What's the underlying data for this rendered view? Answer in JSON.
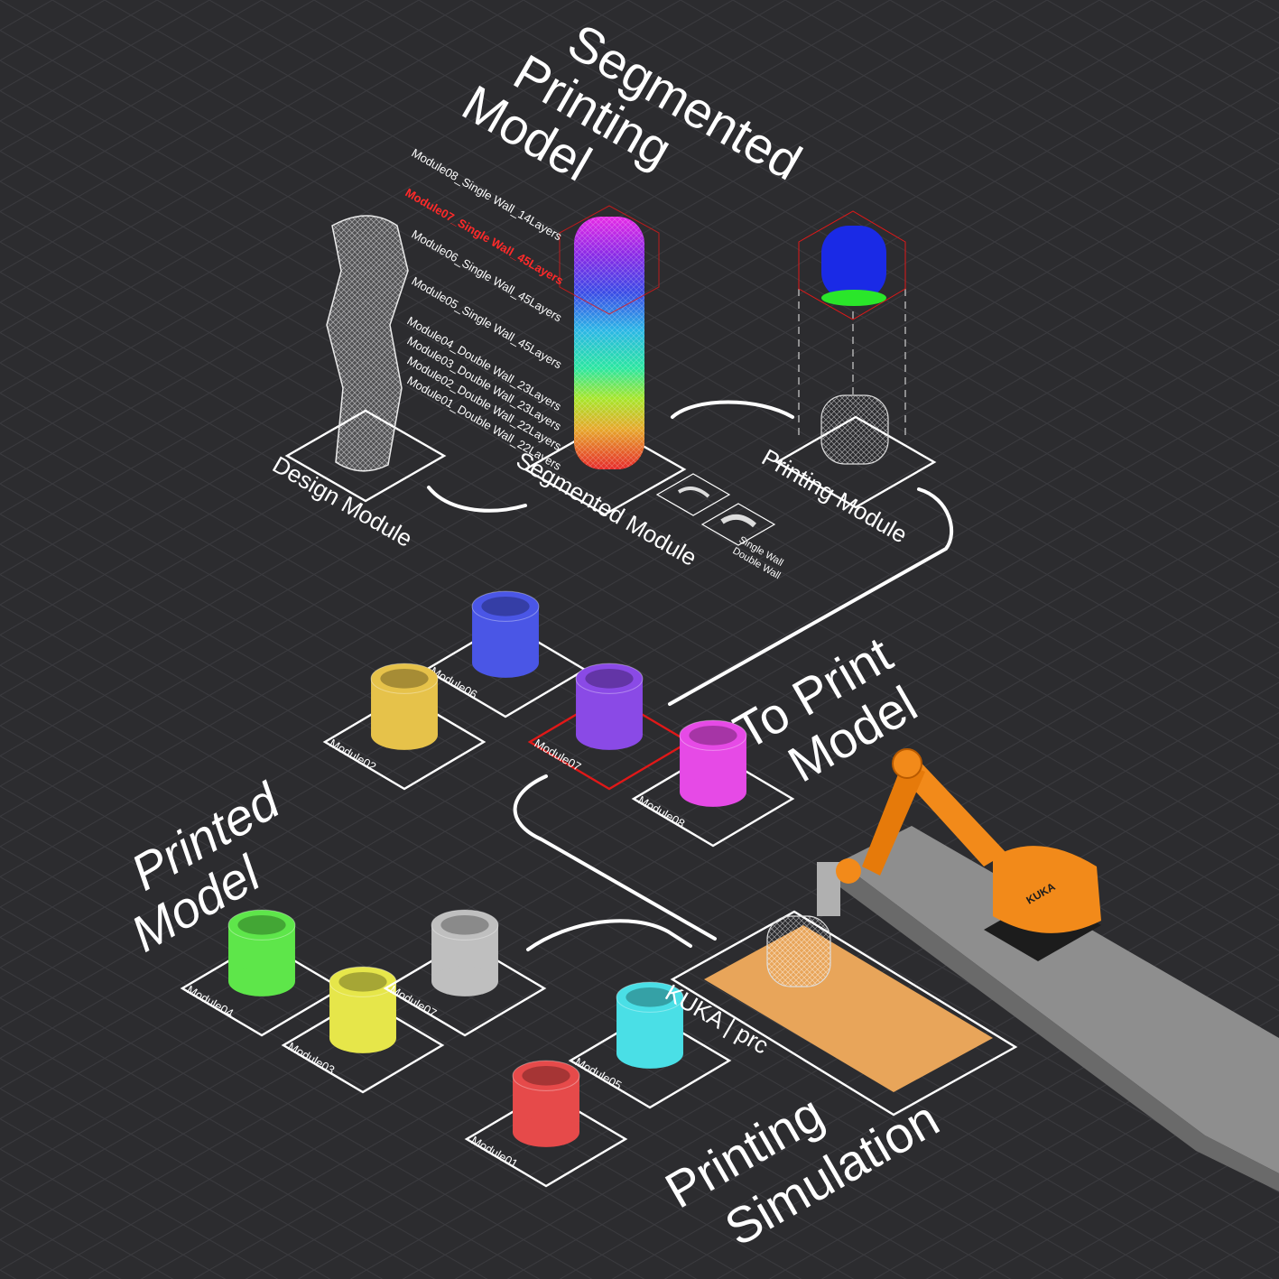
{
  "headings": {
    "segmented_printing_model": [
      "Segmented",
      "Printing",
      "Model"
    ],
    "to_print_model": [
      "To Print",
      "Model"
    ],
    "printed_model": [
      "Printed",
      "Model"
    ],
    "printing_simulation": [
      "Printing",
      "Simulation"
    ]
  },
  "stage_labels": {
    "design_module": "Design Module",
    "segmented_module": "Segmented Module",
    "printing_module": "Printing Module",
    "kuka_prc": "KUKA | prc",
    "single_wall": "Single Wall",
    "double_wall": "Double Wall"
  },
  "segment_list": [
    {
      "text": "Module08_Single Wall_14Layers",
      "highlight": false
    },
    {
      "text": "Module07_Single Wall_45Layers",
      "highlight": true
    },
    {
      "text": "Module06_Single Wall_45Layers",
      "highlight": false
    },
    {
      "text": "Module05_Single Wall_45Layers",
      "highlight": false
    },
    {
      "text": "Module04_Double Wall_23Layers",
      "highlight": false
    },
    {
      "text": "Module03_Double Wall_23Layers",
      "highlight": false
    },
    {
      "text": "Module02_Double Wall_22Layers",
      "highlight": false
    },
    {
      "text": "Module01_Double Wall_22Layers",
      "highlight": false
    }
  ],
  "to_print_modules": [
    {
      "label": "Module06",
      "color": "#4a56e6"
    },
    {
      "label": "Module02",
      "color": "#e6c24a"
    },
    {
      "label": "Module07",
      "color": "#8a4ae6",
      "selected": true
    },
    {
      "label": "Module08",
      "color": "#e64ae6"
    }
  ],
  "printed_modules": [
    {
      "label": "Module04",
      "color": "#5ee64a"
    },
    {
      "label": "Module03",
      "color": "#e6e64a"
    },
    {
      "label": "Module07",
      "color": "#bfbfbf"
    },
    {
      "label": "Module05",
      "color": "#4adfe6"
    },
    {
      "label": "Module01",
      "color": "#e64a4a"
    }
  ],
  "robot": {
    "brand": "KUKA",
    "color": "#f28a1a"
  },
  "colors": {
    "background": "#2c2c2f",
    "line": "#ffffff",
    "highlight": "#e01818",
    "bed": "#e8a55a",
    "rail": "#8e8e8e"
  }
}
